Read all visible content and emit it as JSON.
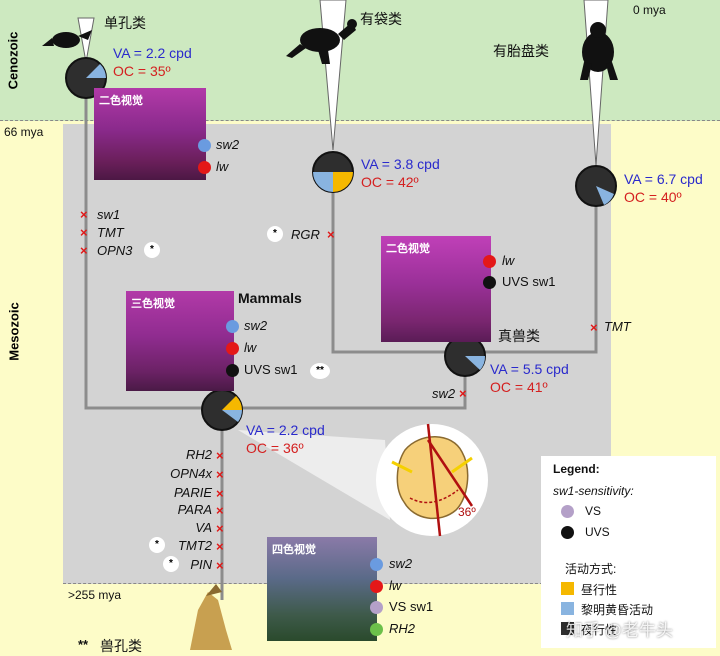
{
  "eras": {
    "cenozoic": "Cenozoic",
    "mesozoic": "Mesozoic"
  },
  "time": {
    "now": "0 mya",
    "k_pg": "66 mya",
    "origin": ">255 mya"
  },
  "lineages": {
    "monotremes": "单孔类",
    "marsupials": "有袋类",
    "placentals": "有胎盘类",
    "eutherians": "真兽类",
    "mammals": "Mammals",
    "therapsids": "兽孔类"
  },
  "nodes": {
    "monotreme": {
      "va": "VA = 2.2 cpd",
      "oc": "OC = 35º"
    },
    "marsupial": {
      "va": "VA = 3.8 cpd",
      "oc": "OC = 42º"
    },
    "placental": {
      "va": "VA = 6.7 cpd",
      "oc": "OC = 40º"
    },
    "eutherian": {
      "va": "VA = 5.5 cpd",
      "oc": "OC = 41º"
    },
    "mammal": {
      "va": "VA = 2.2 cpd",
      "oc": "OC = 36º"
    }
  },
  "vision_panels": {
    "monotreme": {
      "title": "二色视觉",
      "opsins": [
        "sw2",
        "lw"
      ]
    },
    "eutherian": {
      "title": "二色视觉",
      "opsins": [
        "lw",
        "UVS sw1"
      ]
    },
    "mammal": {
      "title": "三色视觉",
      "opsins": [
        "sw2",
        "lw",
        "UVS sw1"
      ],
      "star": "**"
    },
    "ancestral": {
      "title": "四色视觉",
      "opsins": [
        "sw2",
        "lw",
        "VS sw1",
        "RH2"
      ]
    }
  },
  "gene_losses": {
    "monotreme": [
      "sw1",
      "TMT",
      "OPN3"
    ],
    "monotreme_star": "*",
    "marsupial": [
      "RGR"
    ],
    "marsupial_star": "*",
    "placental": [
      "TMT"
    ],
    "eutherian_branch": [
      "sw2"
    ],
    "stem": [
      "RH2",
      "OPN4x",
      "PARIE",
      "PARA",
      "VA",
      "TMT2",
      "PIN"
    ],
    "stem_star_tmt2": "*",
    "stem_star_pin": "*"
  },
  "orbit_angle": "36º",
  "legend": {
    "title": "Legend:",
    "sensitivity_title": "sw1-sensitivity:",
    "vs": "VS",
    "uvs": "UVS",
    "activity_title": "活动方式:",
    "diurnal": "昼行性",
    "crepuscular": "黎明黄昏活动",
    "nocturnal": "夜行性"
  },
  "footnote": {
    "mark": "**",
    "text": "兽孔类"
  },
  "watermark": "知乎 @老牛头",
  "colors": {
    "cenozoic": "#cde9c0",
    "mesozoic": "#fdfcc8",
    "grey": "#d3d3d3",
    "branch": "#8c8c8c",
    "nocturnal": "#2e2e2e",
    "diurnal": "#f5b800",
    "crepuscular": "#89b4e0",
    "sw2": "#6a9be0",
    "lw": "#e41818",
    "uvs": "#111111",
    "vs": "#b4a0c8",
    "rh2": "#6cc04a"
  }
}
